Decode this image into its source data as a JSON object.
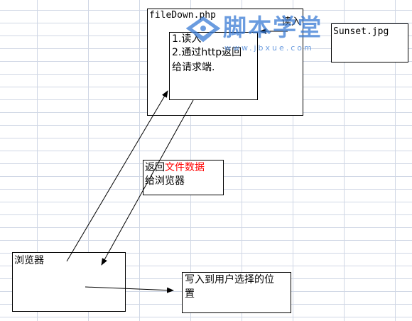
{
  "colors": {
    "grid": "#d0d7e5",
    "line": "#000000",
    "red_text": "#ff0000",
    "watermark": "#3a7bd5"
  },
  "php_box": {
    "title": "fileDown.php"
  },
  "inner_box": {
    "line1": "1.读入",
    "line2": "2.通过http返回",
    "line3": "给请求端."
  },
  "read_label": "读入",
  "sunset_box": {
    "label": "Sunset.jpg"
  },
  "return_box": {
    "prefix": "返回",
    "highlight": "文件数据",
    "line2": "给浏览器"
  },
  "browser_box": {
    "label": "浏览器"
  },
  "write_box": {
    "line1": "写入到用户选择的位",
    "line2": "置"
  },
  "watermark": {
    "name": "脚本学堂",
    "domain": "www.jbxue.com",
    "icon": "logo-icon"
  }
}
